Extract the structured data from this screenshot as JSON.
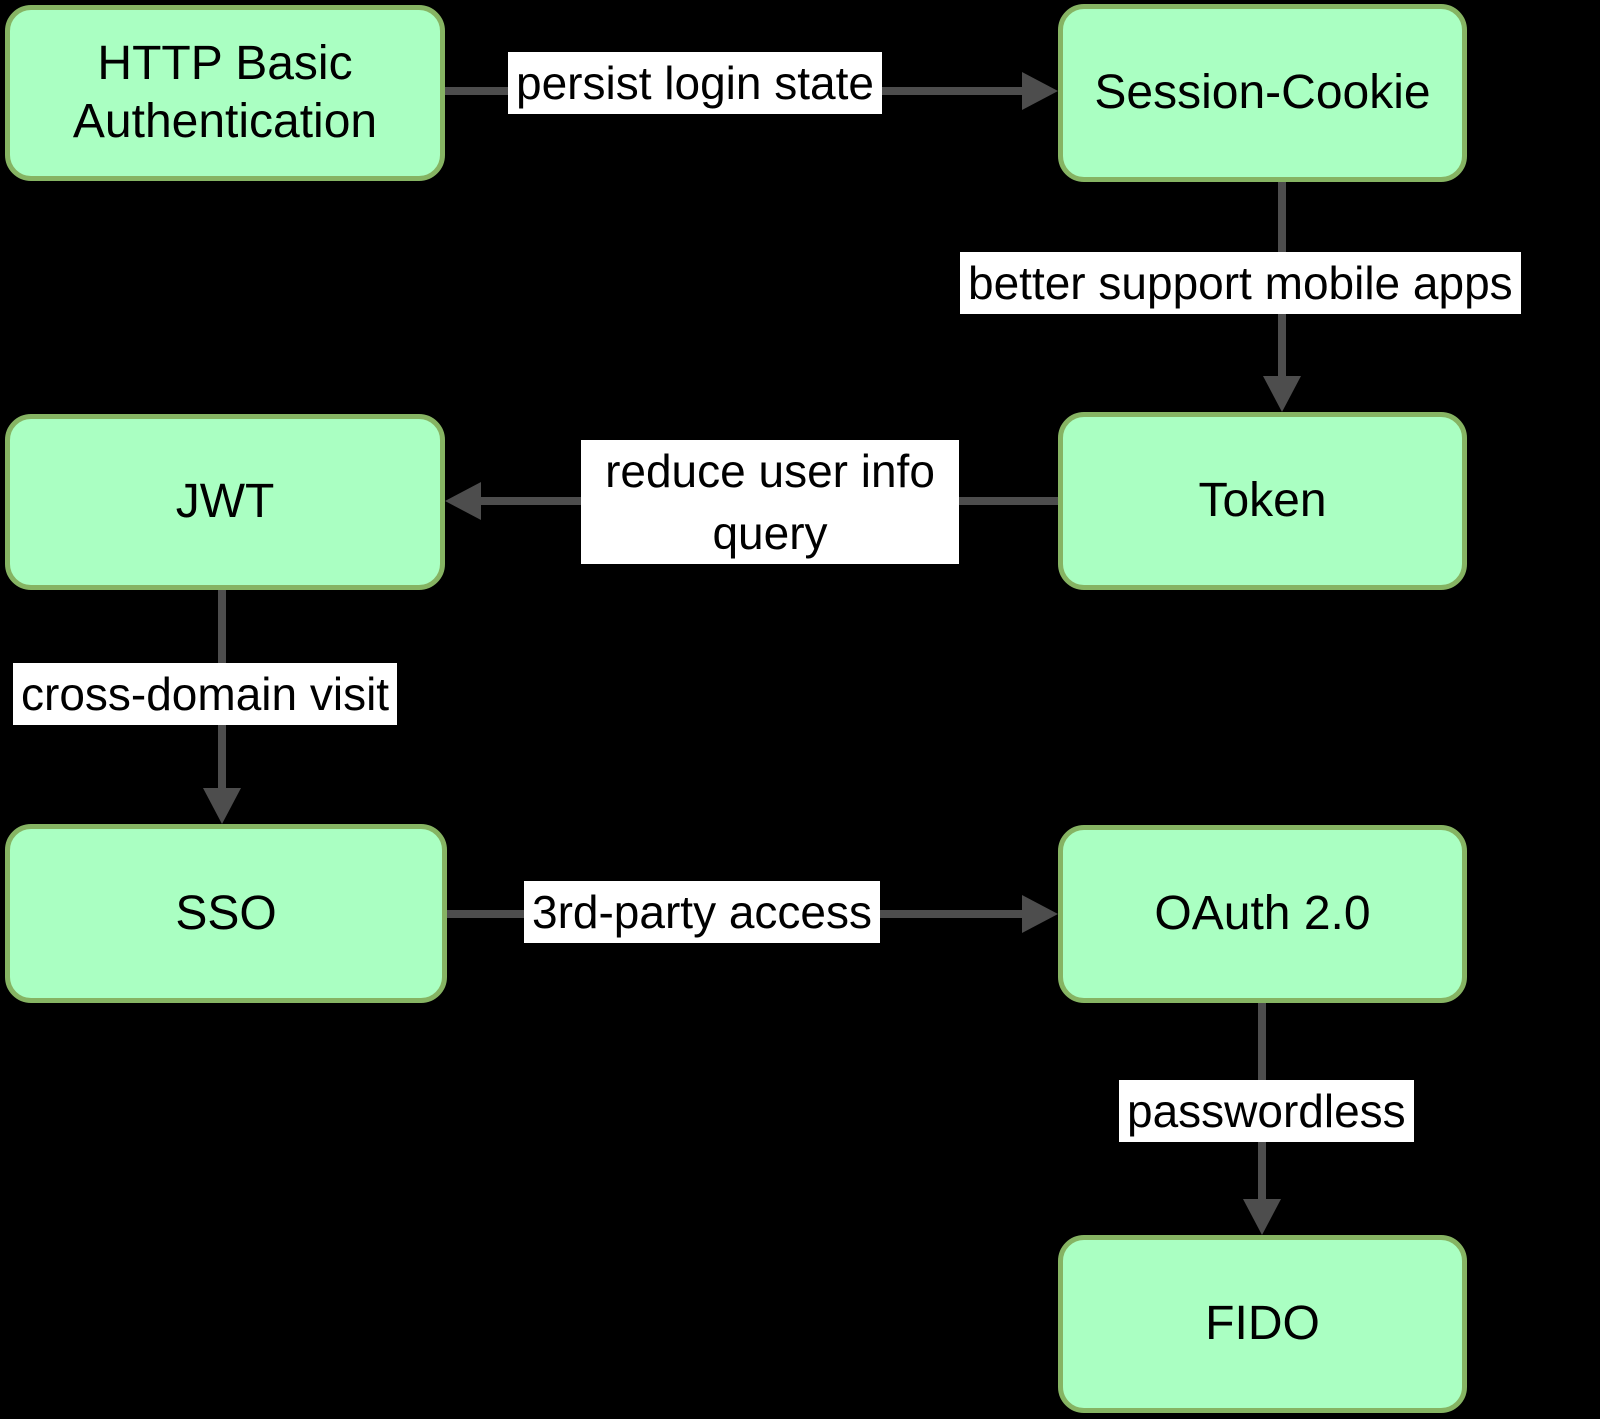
{
  "diagram": {
    "type": "flowchart",
    "nodes": [
      {
        "id": "http-basic",
        "label": "HTTP Basic Authentication"
      },
      {
        "id": "session-cookie",
        "label": "Session-Cookie"
      },
      {
        "id": "jwt",
        "label": "JWT"
      },
      {
        "id": "token",
        "label": "Token"
      },
      {
        "id": "sso",
        "label": "SSO"
      },
      {
        "id": "oauth2",
        "label": "OAuth 2.0"
      },
      {
        "id": "fido",
        "label": "FIDO"
      }
    ],
    "edges": [
      {
        "from": "http-basic",
        "to": "session-cookie",
        "label": "persist login state",
        "direction": "right"
      },
      {
        "from": "session-cookie",
        "to": "token",
        "label": "better support mobile apps",
        "direction": "down"
      },
      {
        "from": "token",
        "to": "jwt",
        "label": "reduce user info query",
        "direction": "left"
      },
      {
        "from": "jwt",
        "to": "sso",
        "label": "cross-domain visit",
        "direction": "down"
      },
      {
        "from": "sso",
        "to": "oauth2",
        "label": "3rd-party access",
        "direction": "right"
      },
      {
        "from": "oauth2",
        "to": "fido",
        "label": "passwordless",
        "direction": "down"
      }
    ],
    "colors": {
      "background": "#000000",
      "node_fill": "#aaffc2",
      "node_border": "#86b463",
      "arrow": "#4d4d4d",
      "label_bg": "#ffffff",
      "text": "#000000"
    }
  }
}
